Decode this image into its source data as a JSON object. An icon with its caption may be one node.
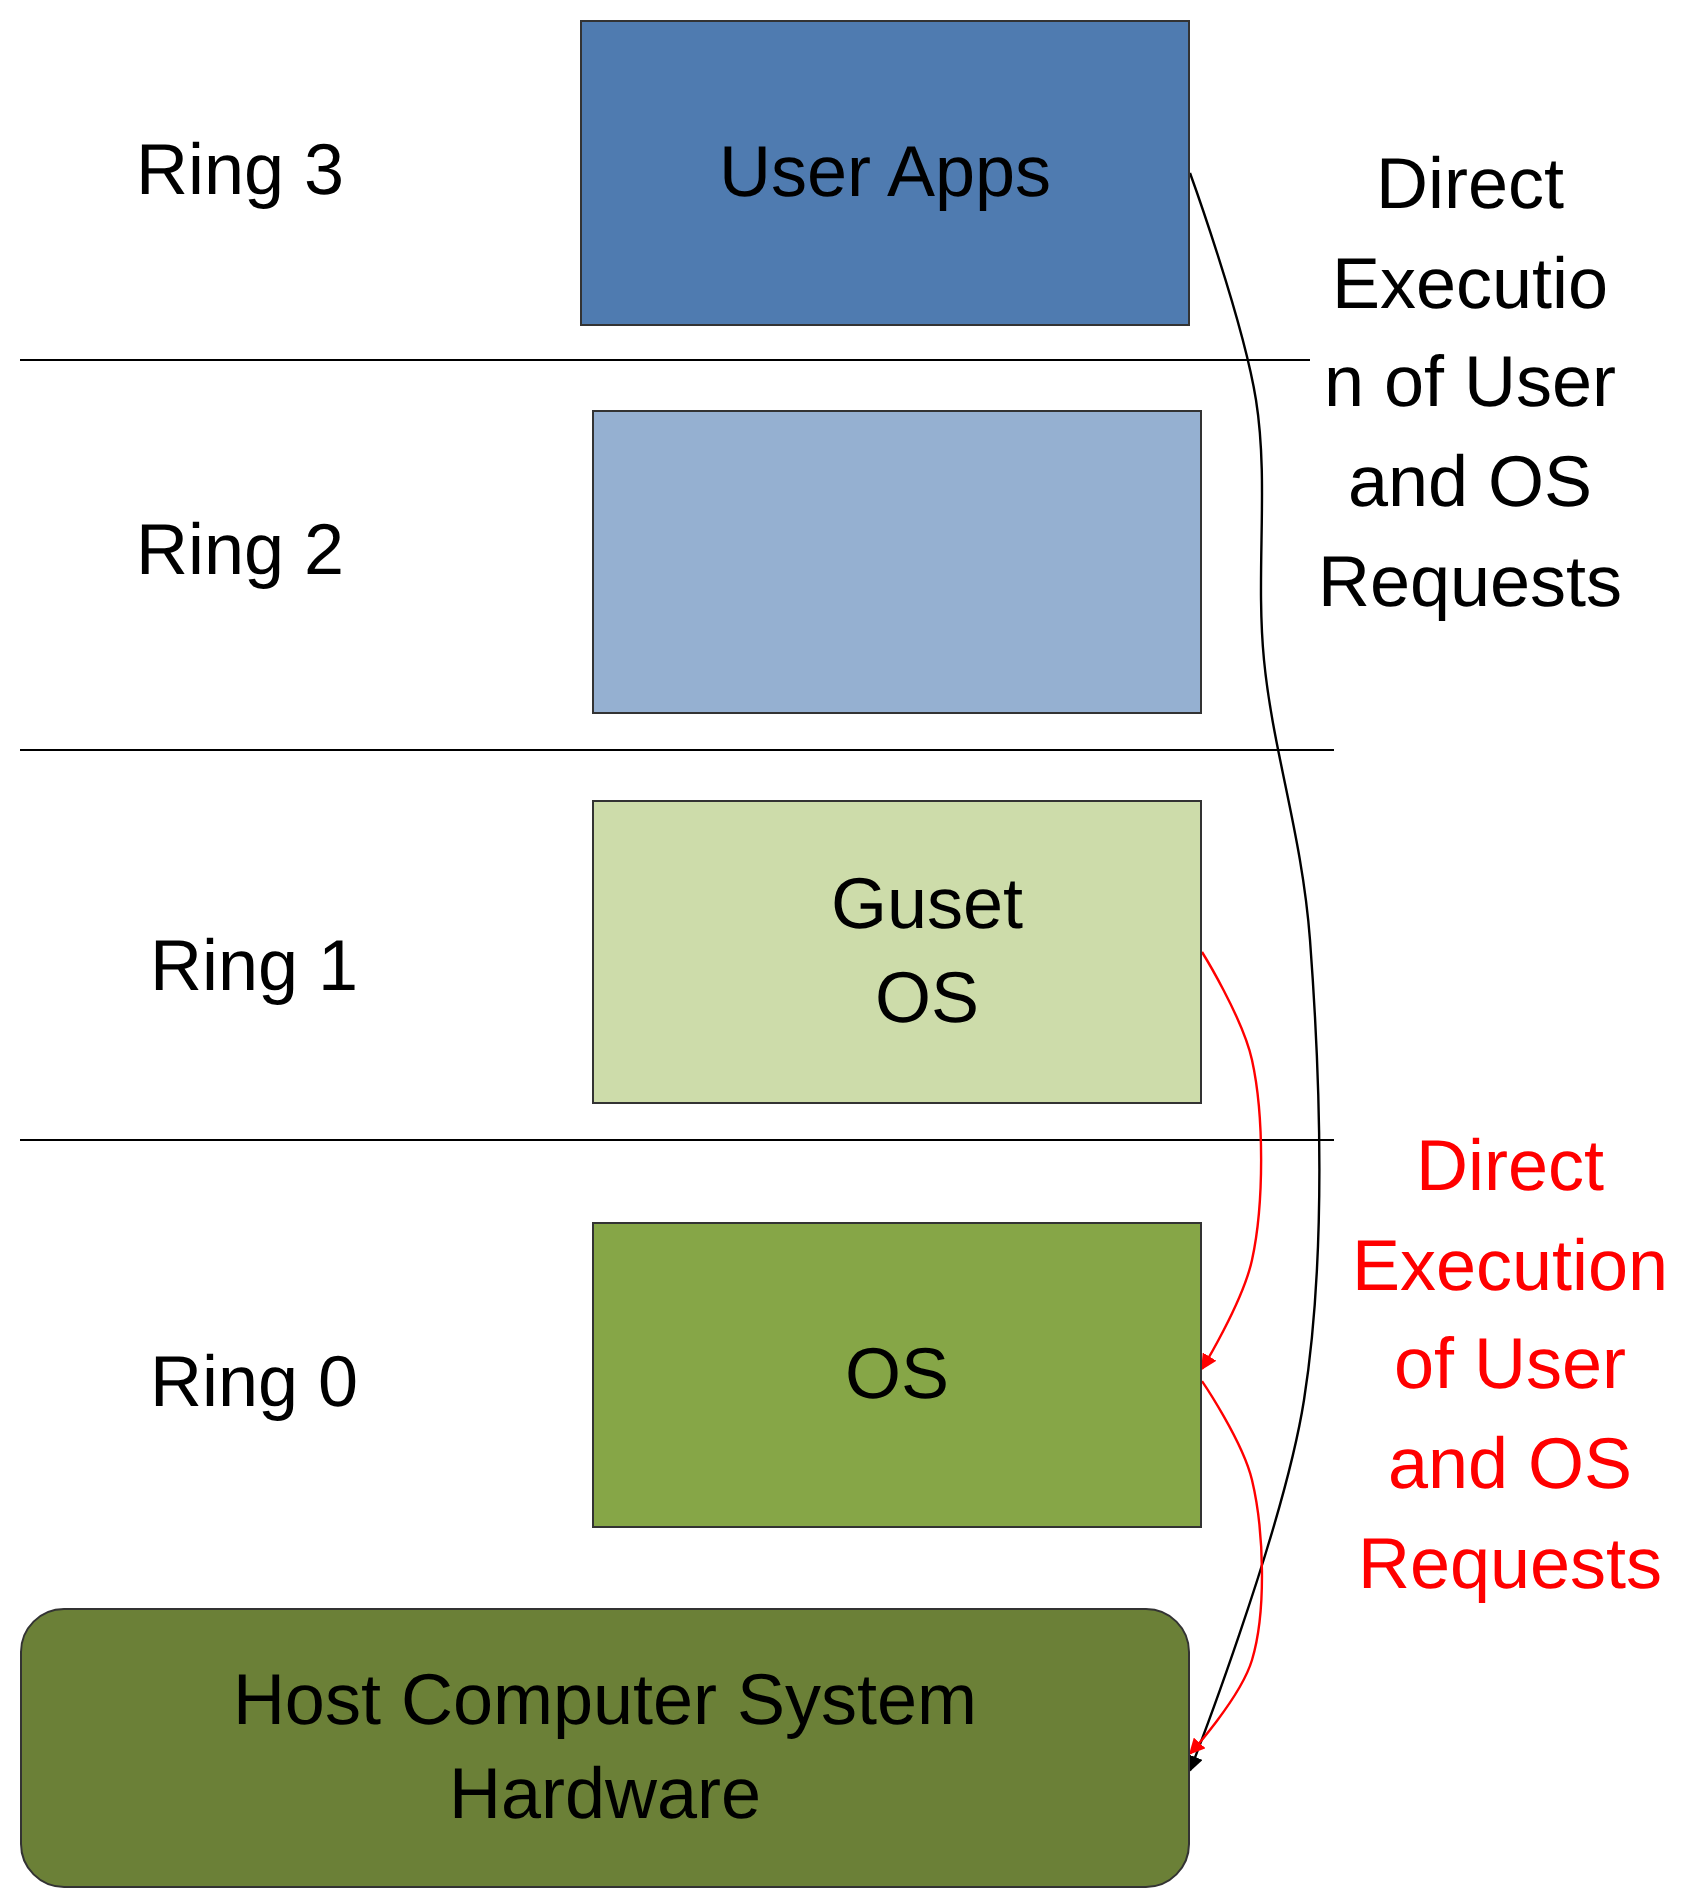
{
  "diagram": {
    "nodes": [
      {
        "text": [
          "User Apps"
        ]
      },
      {
        "text": [],
        "shape": "box"
      },
      {
        "text": [
          "Guset OS"
        ]
      },
      {
        "text": [
          "OS"
        ]
      },
      {
        "text": [
          "Host Computer System Hardware"
        ]
      }
    ],
    "edges": [
      {
        "from": 0,
        "to": 4,
        "arrow": "to",
        "color": "#000000"
      },
      {
        "from": 2,
        "to": 3,
        "arrow": "to",
        "color": "#ff0000"
      },
      {
        "from": 3,
        "to": 4,
        "arrow": "to",
        "color": "#ff0000"
      }
    ],
    "labels": [
      "Ring 3",
      "Direct Executio n of User and OS Requests",
      "Ring 2",
      "Ring 1",
      "Ring 0",
      "Direct Execution of User and OS Requests"
    ]
  }
}
